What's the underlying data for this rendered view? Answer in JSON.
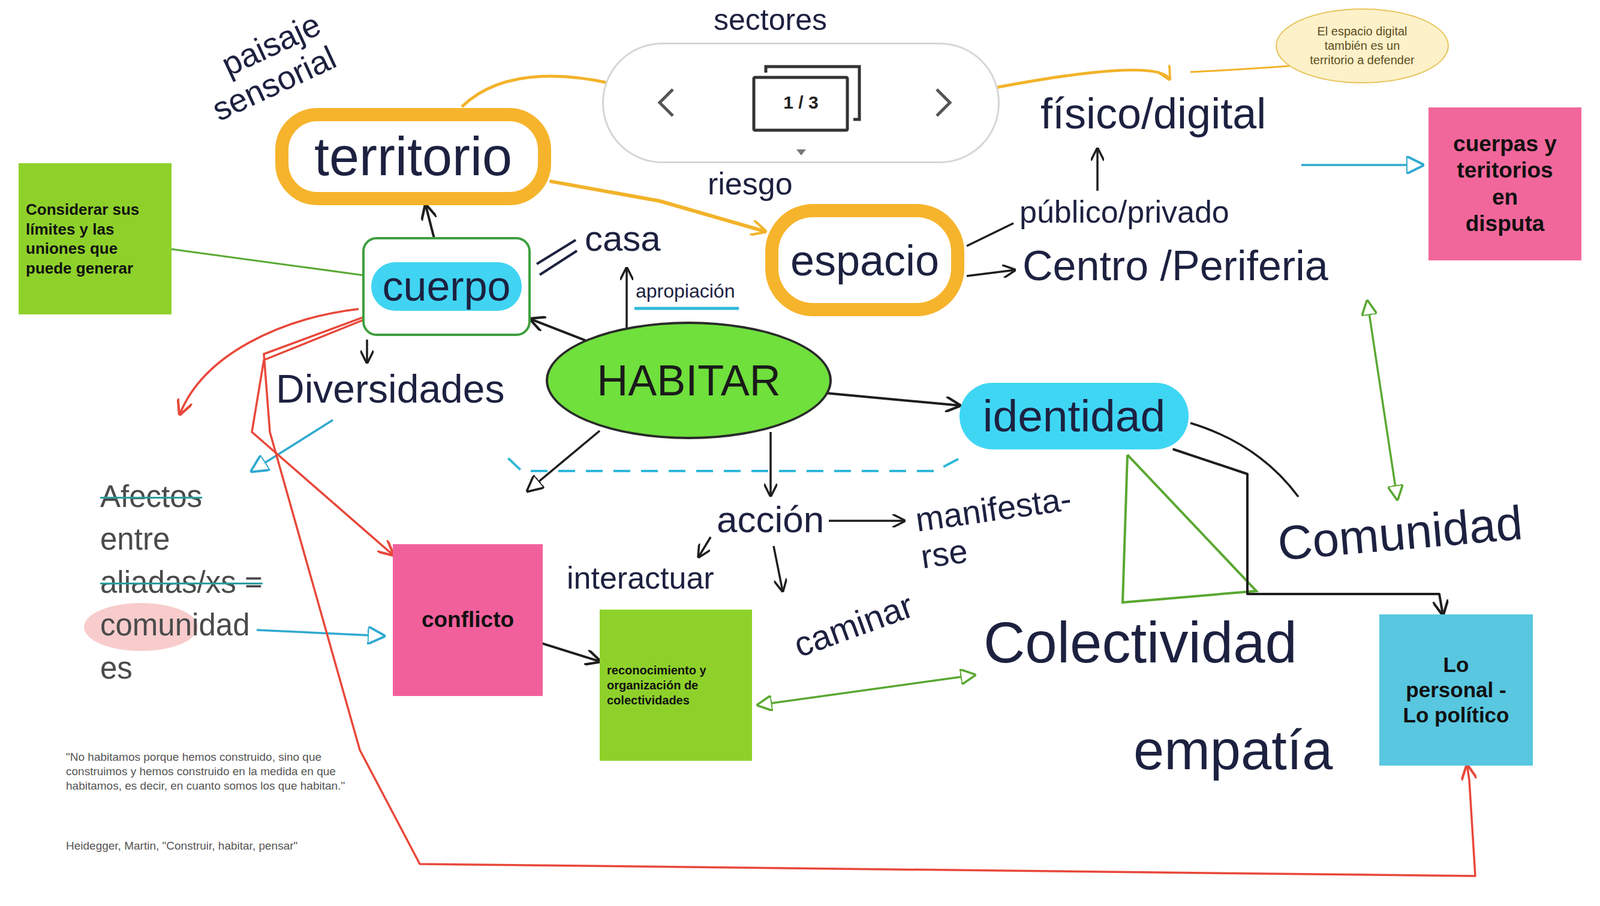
{
  "diagram": {
    "nodes": [
      {
        "text": [
          "1 / 3"
        ]
      },
      {
        "text": [
          "El espacio digital también es un territorio a defender"
        ]
      },
      {
        "text": [
          "territorio"
        ]
      },
      {
        "text": [
          "cuerpas y teritorios en disputa"
        ]
      },
      {
        "text": [
          "Considerar sus límites y las uniones que puede generar"
        ]
      },
      {
        "text": [
          "cuerpo"
        ]
      },
      {
        "text": [
          "espacio"
        ]
      },
      {
        "text": [
          "HABITAR"
        ]
      },
      {
        "text": [
          "identidad"
        ]
      },
      {
        "text": [
          "conflicto"
        ]
      },
      {
        "text": [
          "reconocimiento y organización de colectividades"
        ]
      },
      {
        "text": [
          "Lo personal - Lo político"
        ]
      }
    ],
    "edges": [
      {
        "from": 7,
        "to": 5,
        "arrow": "to"
      },
      {
        "from": 5,
        "to": 2,
        "arrow": "to"
      },
      {
        "from": 2,
        "to": 6,
        "arrow": "to"
      },
      {
        "from": 7,
        "to": 8,
        "arrow": "to"
      },
      {
        "from": 8,
        "to": 11,
        "arrow": "to"
      },
      {
        "from": 9,
        "to": 10,
        "arrow": "to"
      },
      {
        "from": 4,
        "to": 5,
        "arrow": "none"
      },
      {
        "from": 5,
        "to": 9,
        "arrow": "to"
      },
      {
        "from": 5,
        "to": 11,
        "arrow": "to"
      }
    ],
    "labels": [
      "paisaje sensorial",
      "sectores",
      "riesgo",
      "casa",
      "apropiación",
      "físico/digital",
      "público/privado",
      "Centro /Periferia",
      "Diversidades",
      "Afectos",
      "entre",
      "aliadas/xs =",
      "comunidad",
      "es",
      "acción",
      "interactuar",
      "manifesta- rse",
      "caminar",
      "Comunidad",
      "Colectividad",
      "empatía",
      "\"No habitamos porque hemos construido, sino que construimos y hemos construido en la medida en que habitamos, es decir, en cuanto somos los que habitan.\"",
      "Heidegger, Martin, \"Construir, habitar, pensar\""
    ]
  }
}
